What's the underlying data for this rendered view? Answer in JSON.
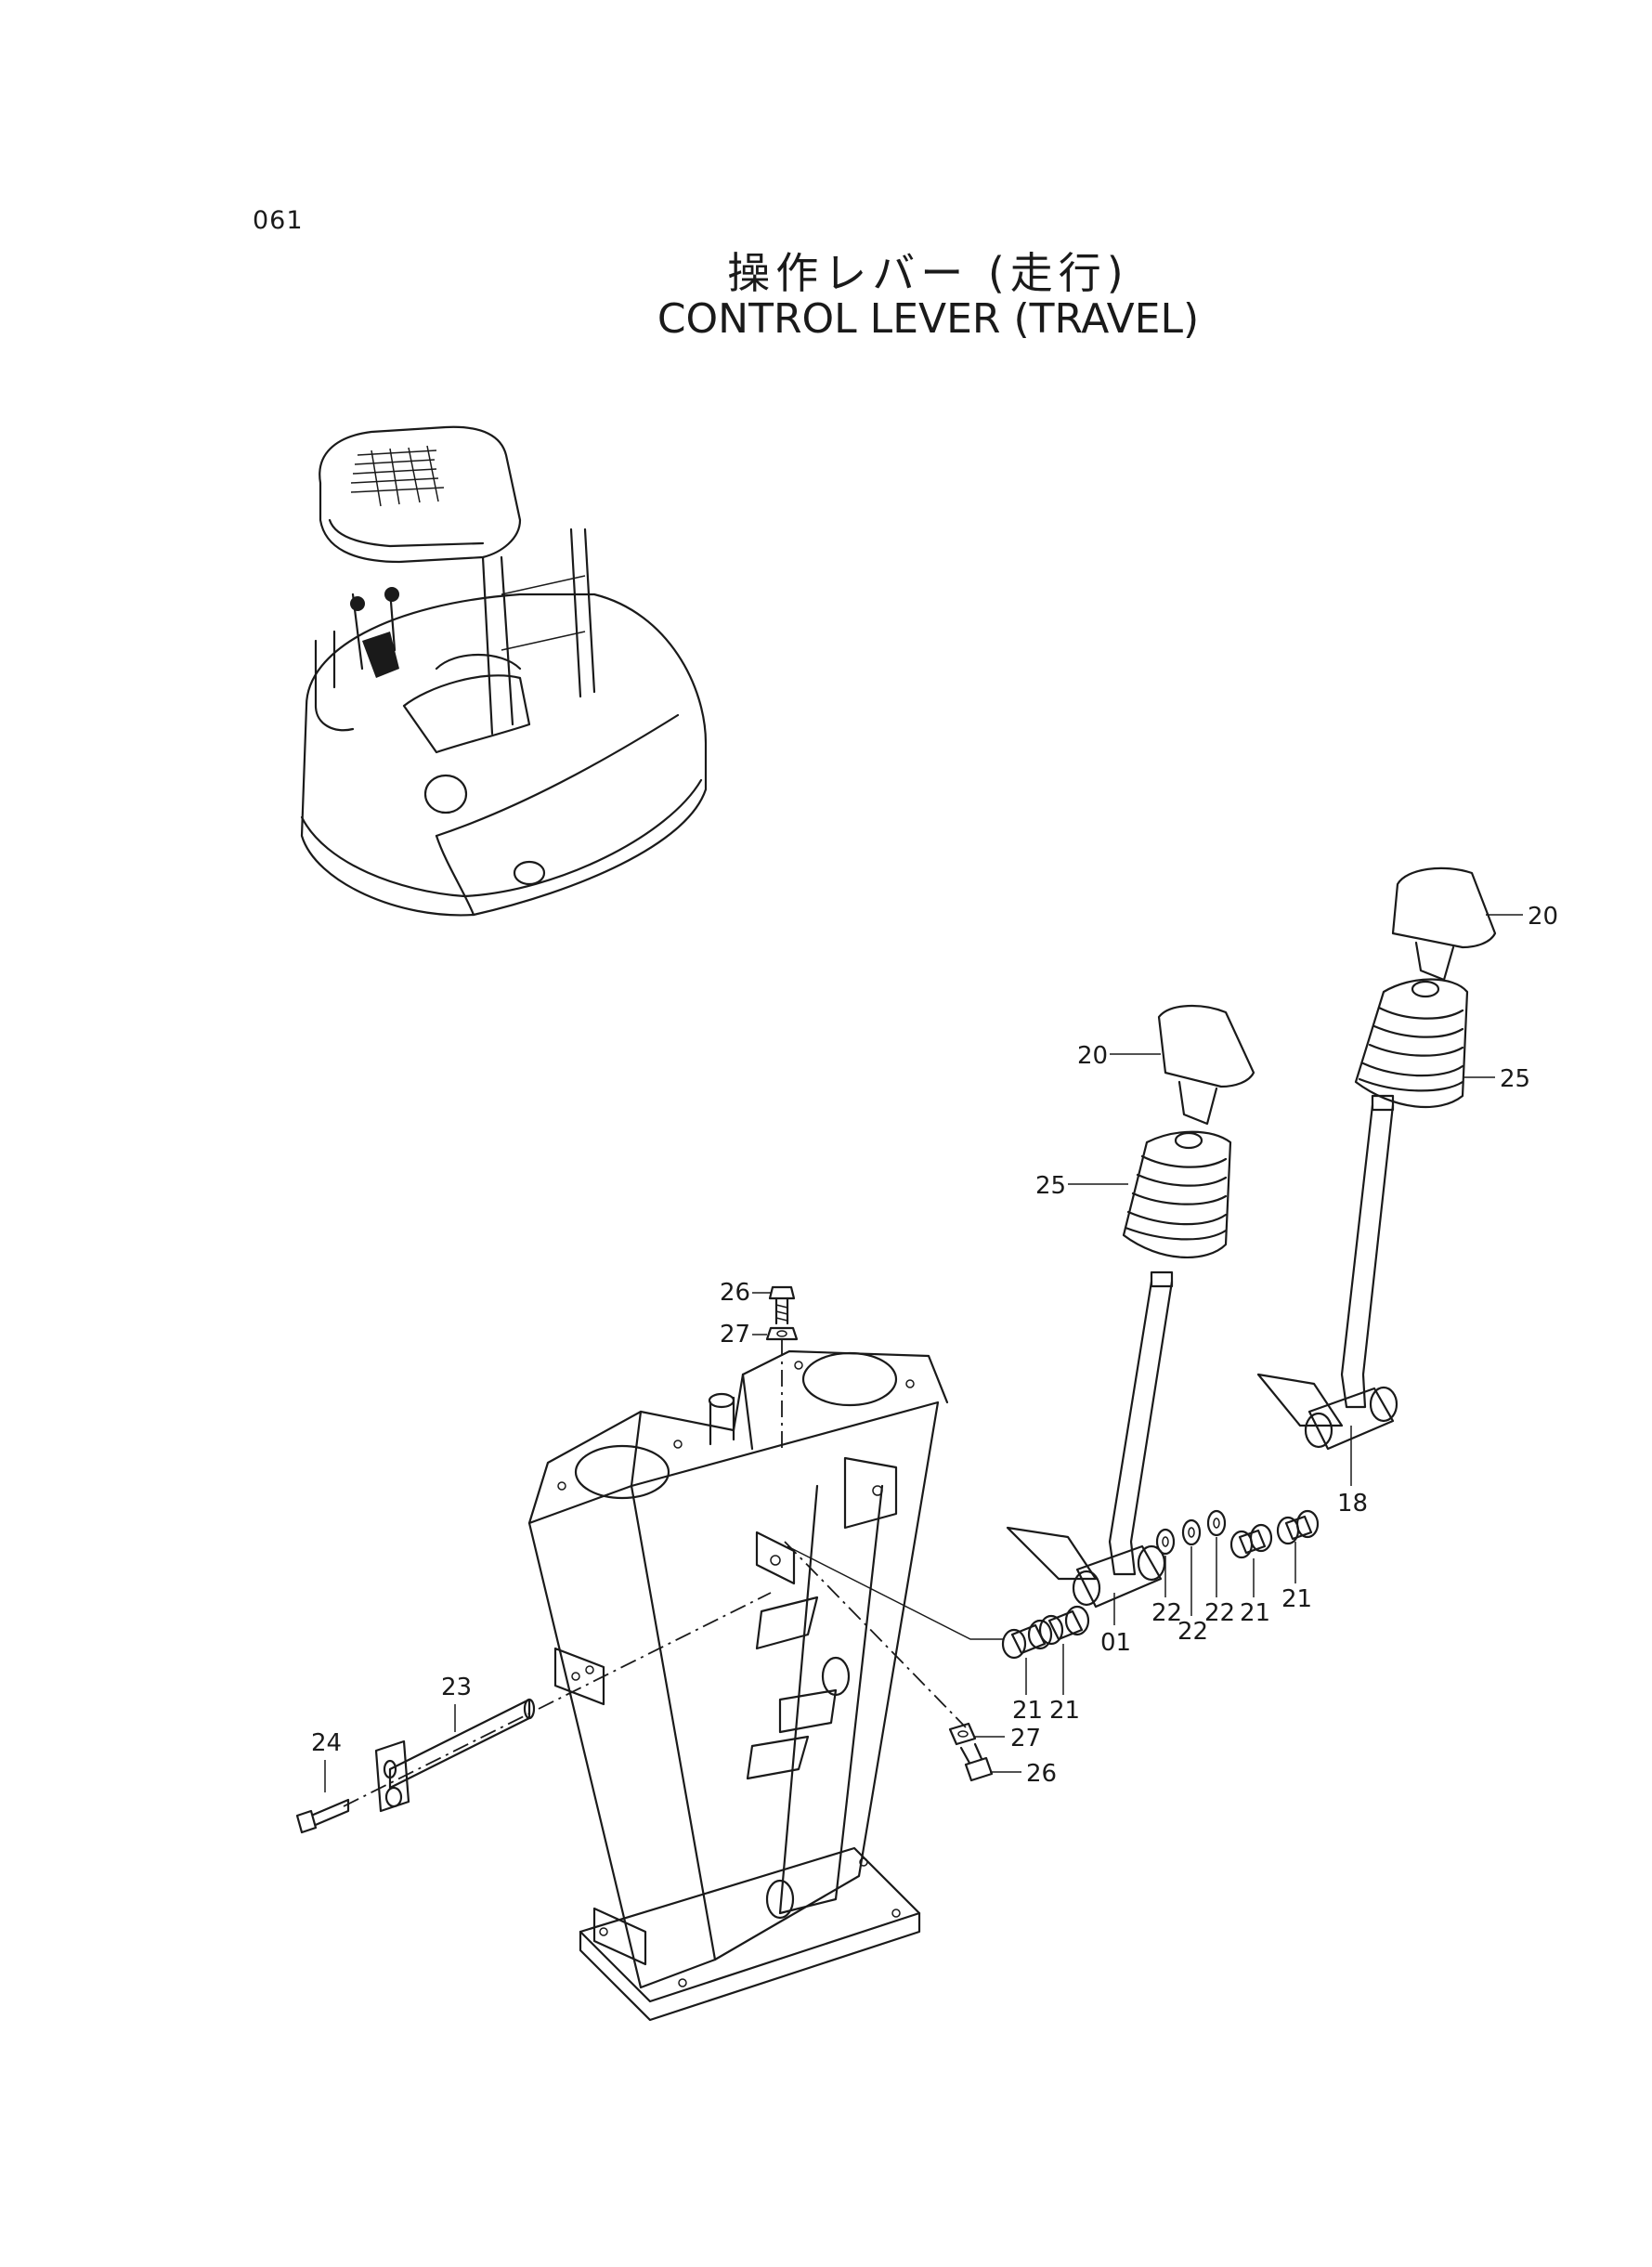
{
  "page_number": "061",
  "title_jp": "操作レバー (走行)",
  "title_en": "CONTROL LEVER (TRAVEL)",
  "callouts": {
    "c20a": "20",
    "c20b": "20",
    "c25a": "25",
    "c25b": "25",
    "c26a": "26",
    "c27a": "27",
    "c27b": "27",
    "c26b": "26",
    "c18": "18",
    "c01": "01",
    "c21a": "21",
    "c21b": "21",
    "c21c": "21",
    "c21d": "21",
    "c22a": "22",
    "c22b": "22",
    "c22c": "22",
    "c23": "23",
    "c24": "24"
  }
}
